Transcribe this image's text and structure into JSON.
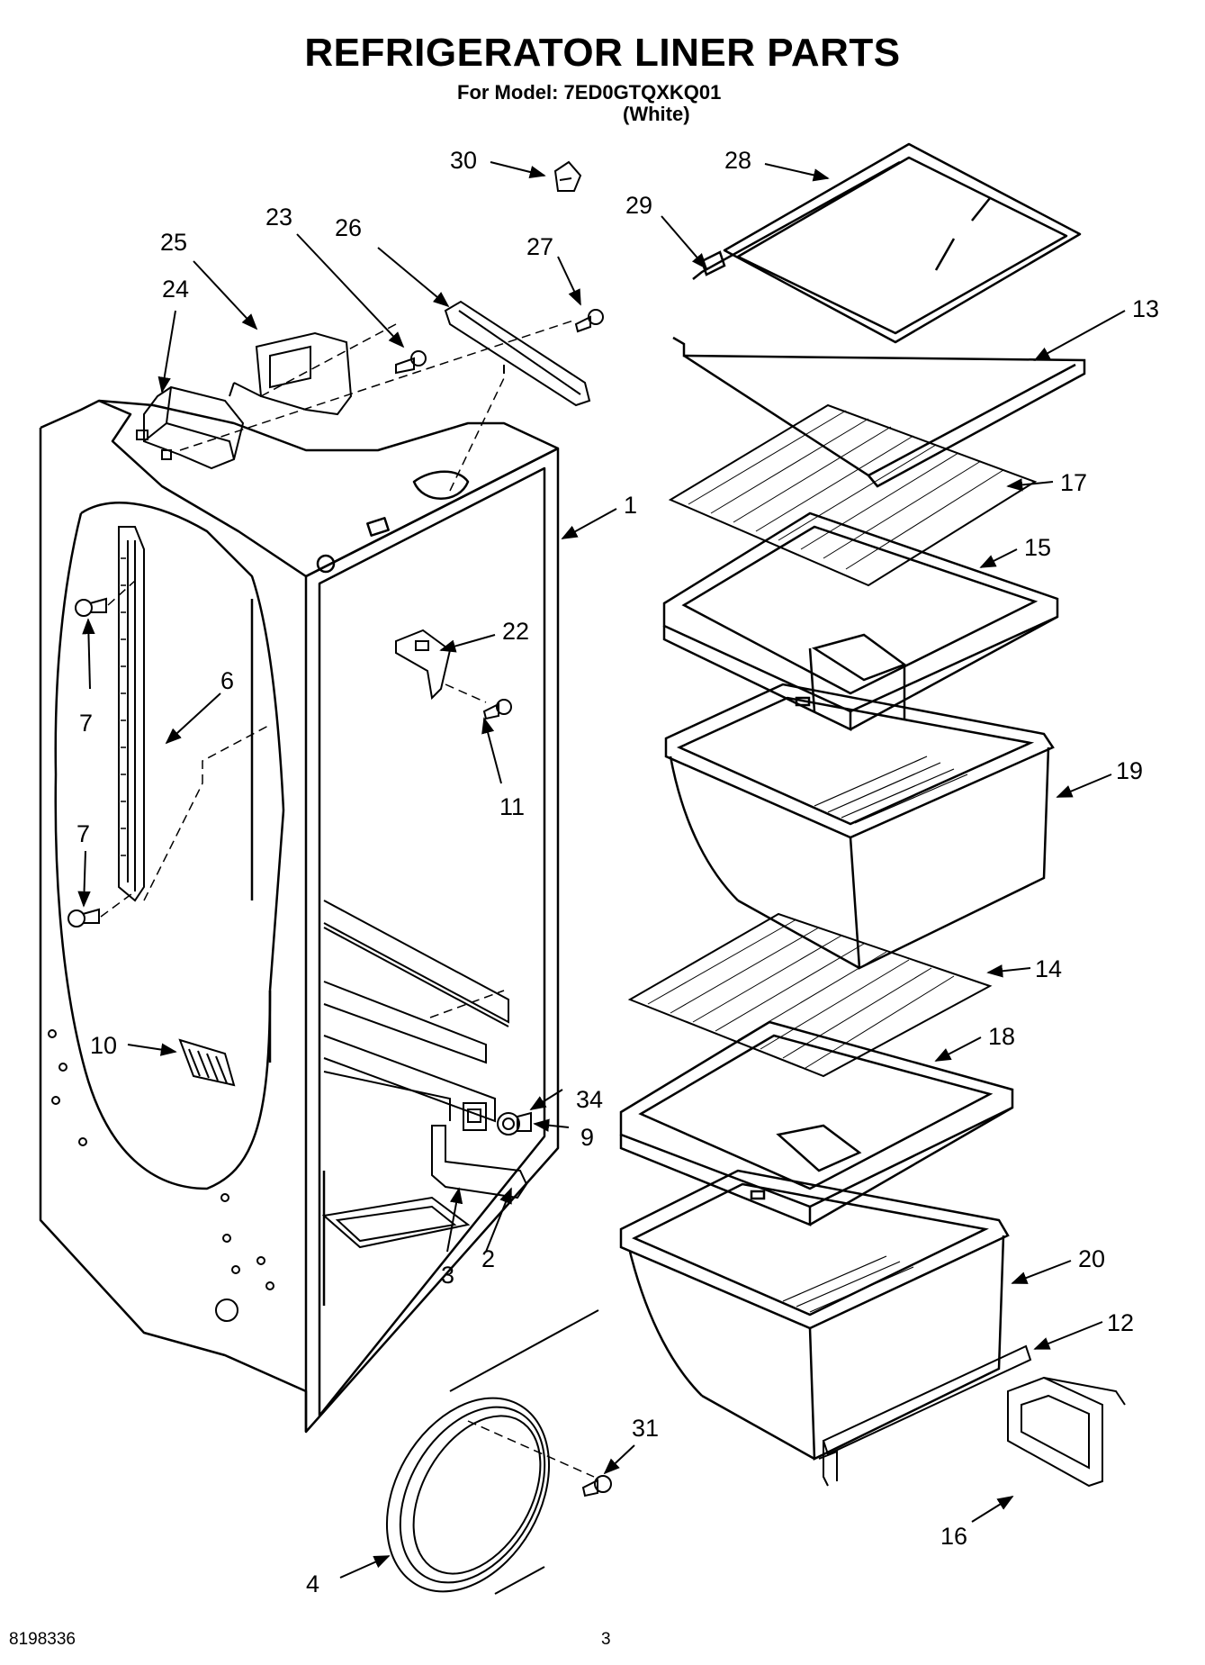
{
  "header": {
    "title": "REFRIGERATOR LINER PARTS",
    "model_line": "For Model: 7ED0GTQXKQ01",
    "color_line": "(White)"
  },
  "footer": {
    "doc_number": "8198336",
    "page_number": "3"
  },
  "callouts": [
    {
      "id": "30",
      "label": "30"
    },
    {
      "id": "28",
      "label": "28"
    },
    {
      "id": "29",
      "label": "29"
    },
    {
      "id": "23",
      "label": "23"
    },
    {
      "id": "26",
      "label": "26"
    },
    {
      "id": "27",
      "label": "27"
    },
    {
      "id": "25",
      "label": "25"
    },
    {
      "id": "24",
      "label": "24"
    },
    {
      "id": "13",
      "label": "13"
    },
    {
      "id": "17",
      "label": "17"
    },
    {
      "id": "1",
      "label": "1"
    },
    {
      "id": "15",
      "label": "15"
    },
    {
      "id": "22",
      "label": "22"
    },
    {
      "id": "6",
      "label": "6"
    },
    {
      "id": "7a",
      "label": "7"
    },
    {
      "id": "11",
      "label": "11"
    },
    {
      "id": "19",
      "label": "19"
    },
    {
      "id": "7b",
      "label": "7"
    },
    {
      "id": "14",
      "label": "14"
    },
    {
      "id": "18",
      "label": "18"
    },
    {
      "id": "10",
      "label": "10"
    },
    {
      "id": "34",
      "label": "34"
    },
    {
      "id": "9",
      "label": "9"
    },
    {
      "id": "3",
      "label": "3"
    },
    {
      "id": "2",
      "label": "2"
    },
    {
      "id": "20",
      "label": "20"
    },
    {
      "id": "12",
      "label": "12"
    },
    {
      "id": "31",
      "label": "31"
    },
    {
      "id": "16",
      "label": "16"
    },
    {
      "id": "4",
      "label": "4"
    }
  ]
}
